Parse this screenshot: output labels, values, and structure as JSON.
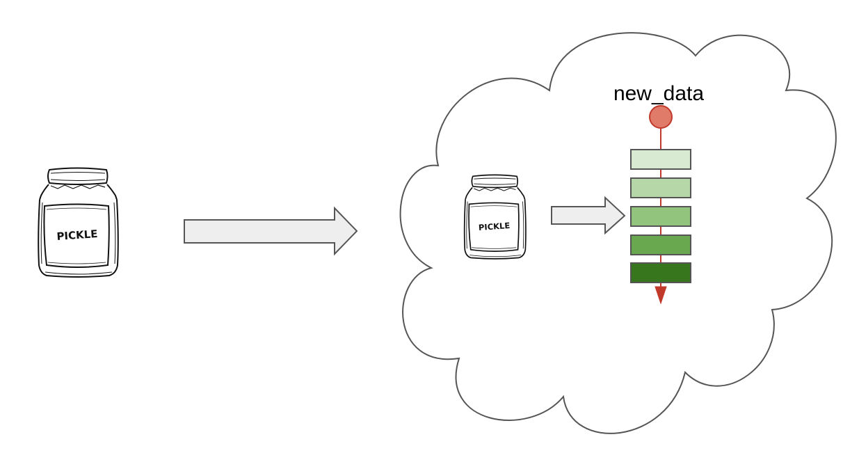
{
  "diagram": {
    "pipeline_input_label": "new_data",
    "jar_label": "PICKLE",
    "colors": {
      "outline": "#555555",
      "arrow_fill": "#eeeeee",
      "input_node_fill": "#e07b6a",
      "input_node_stroke": "#c0392b",
      "flow_line": "#c0392b",
      "layer_stroke": "#555555",
      "layers": [
        "#d9ead3",
        "#b6d7a8",
        "#93c47d",
        "#6aa84f",
        "#38761d"
      ]
    },
    "icons": [
      "pickle-jar-icon",
      "cloud-icon",
      "right-arrow-icon",
      "down-arrowhead-icon"
    ],
    "layer_count": 5
  }
}
